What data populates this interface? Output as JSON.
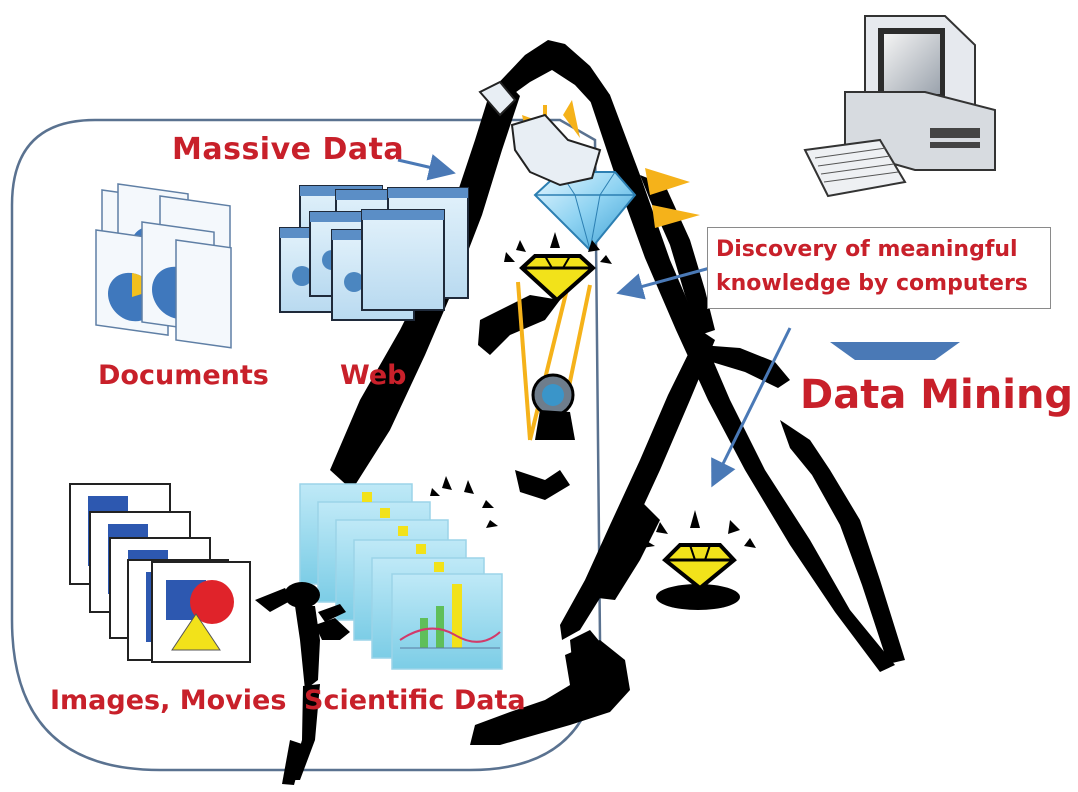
{
  "labels": {
    "massive_data": "Massive Data",
    "documents": "Documents",
    "web": "Web",
    "images_movies": "Images, Movies",
    "scientific_data": "Scientific Data",
    "discovery_line1": "Discovery of meaningful",
    "discovery_line2": "knowledge by computers",
    "data_mining": "Data Mining"
  },
  "colors": {
    "label_red": "#c8202a",
    "arrow_blue": "#4a79b6",
    "box_border": "#5a7290",
    "mountain": "#000000",
    "gem_yellow": "#f2e21a",
    "ray_orange": "#f5b21a"
  },
  "icons": [
    "computer-icon",
    "document-stack-icon",
    "web-page-stack-icon",
    "image-stack-icon",
    "scientific-chart-stack-icon",
    "diamond-gem-icon",
    "yellow-gem-icon",
    "flashlight-icon",
    "miner-figure-icon"
  ]
}
